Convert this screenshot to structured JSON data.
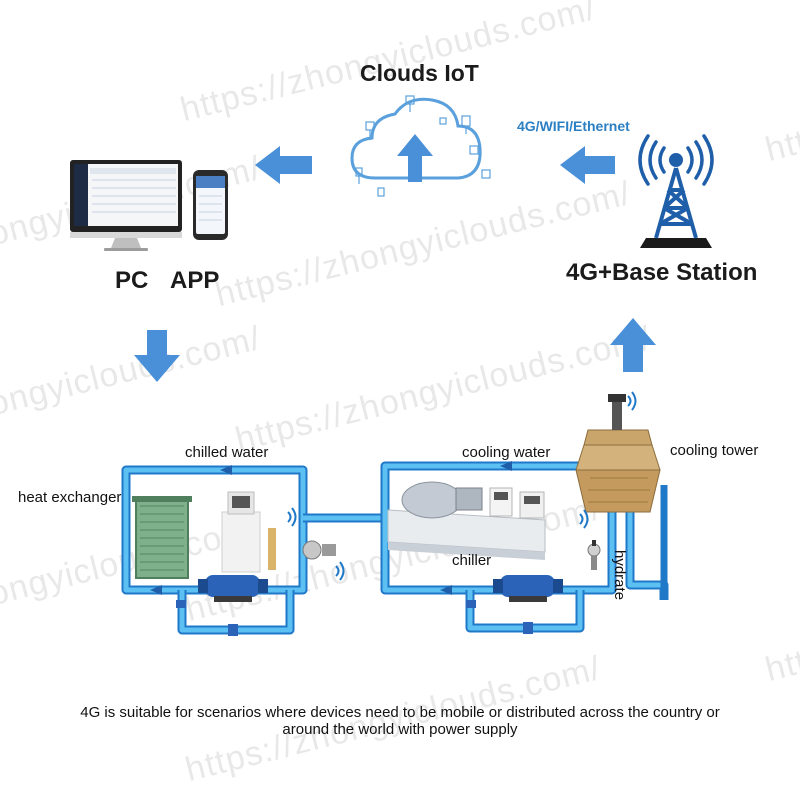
{
  "cloud": {
    "title": "Clouds IoT"
  },
  "network": {
    "label": "4G/WIFI/Ethernet"
  },
  "base_station": {
    "label": "4G+Base Station"
  },
  "clients": {
    "pc": "PC",
    "app": "APP"
  },
  "loops": {
    "chilled_water": "chilled water",
    "cooling_water": "cooling water",
    "cooling_tower": "cooling tower",
    "heat_exchanger": "heat exchanger",
    "chiller": "chiller",
    "hydrate": "hydrate"
  },
  "footer": {
    "line1": "4G is suitable for scenarios where devices need to be mobile or distributed across the country or",
    "line2": "around the world with power supply"
  },
  "watermark": "https://zhongyiclouds.com/",
  "colors": {
    "arrow": "#4a90d9",
    "pipe": "#3aa6e6",
    "pipe_dark": "#1f78c8",
    "label_blue": "#2b7fc3"
  },
  "icons": [
    "cloud-icon",
    "upload-arrow-icon",
    "monitor-icon",
    "phone-icon",
    "antenna-tower-icon",
    "wifi-signal-icon"
  ]
}
